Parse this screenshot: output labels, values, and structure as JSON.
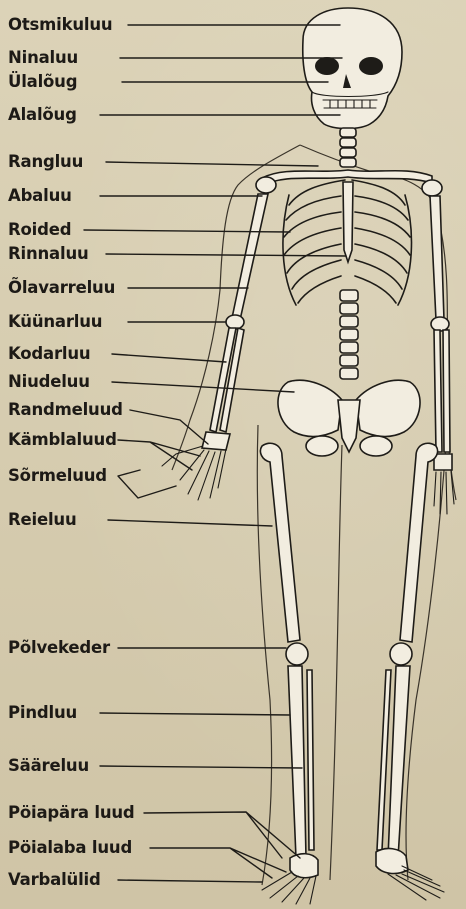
{
  "labels": [
    {
      "key": "otsmikuluu",
      "text": "Otsmikuluu"
    },
    {
      "key": "ninaluu",
      "text": "Ninaluu"
    },
    {
      "key": "ulaloug",
      "text": "Ülalõug"
    },
    {
      "key": "alaloug",
      "text": "Alalõug"
    },
    {
      "key": "rangluu",
      "text": "Rangluu"
    },
    {
      "key": "abaluu",
      "text": "Abaluu"
    },
    {
      "key": "roided",
      "text": "Roided"
    },
    {
      "key": "rinnaluu",
      "text": "Rinnaluu"
    },
    {
      "key": "olavarreluu",
      "text": "Õlavarreluu"
    },
    {
      "key": "kuunarluu",
      "text": "Küünarluu"
    },
    {
      "key": "kodarluu",
      "text": "Kodarluu"
    },
    {
      "key": "niudeluu",
      "text": "Niudeluu"
    },
    {
      "key": "randmeluud",
      "text": "Randmeluud"
    },
    {
      "key": "kamblaluud",
      "text": "Kämblaluud"
    },
    {
      "key": "sormeluud",
      "text": "Sõrmeluud"
    },
    {
      "key": "reieluu",
      "text": "Reieluu"
    },
    {
      "key": "polvekeder",
      "text": "Põlvekeder"
    },
    {
      "key": "pindluu",
      "text": "Pindluu"
    },
    {
      "key": "saareluu",
      "text": "Sääreluu"
    },
    {
      "key": "poiapara_luud",
      "text": "Pöiapära luud"
    },
    {
      "key": "poialaba_luud",
      "text": "Pöialaba luud"
    },
    {
      "key": "varbalulid",
      "text": "Varbalülid"
    }
  ],
  "colors": {
    "paper": "#d8cfb3",
    "ink": "#1e1c18",
    "bone": "#f2ede0"
  }
}
